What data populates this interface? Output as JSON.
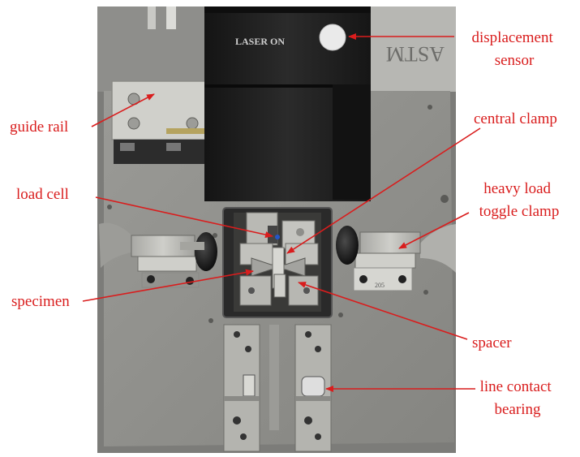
{
  "colors": {
    "label": "#d91d1d",
    "background": "#ffffff",
    "plate": "#8f8f8c",
    "sensor_body": "#1e1e1e",
    "steel": "#bdbdb8"
  },
  "photo": {
    "sensor_text": "LASER ON",
    "stamp_text": "205"
  },
  "labels": {
    "displacement_sensor": [
      "displacement",
      "sensor"
    ],
    "guide_rail": "guide rail",
    "central_clamp": "central clamp",
    "load_cell": "load cell",
    "heavy_load_toggle_clamp": [
      "heavy load",
      "toggle clamp"
    ],
    "specimen": "specimen",
    "spacer": "spacer",
    "line_contact_bearing": [
      "line contact",
      "bearing"
    ]
  }
}
